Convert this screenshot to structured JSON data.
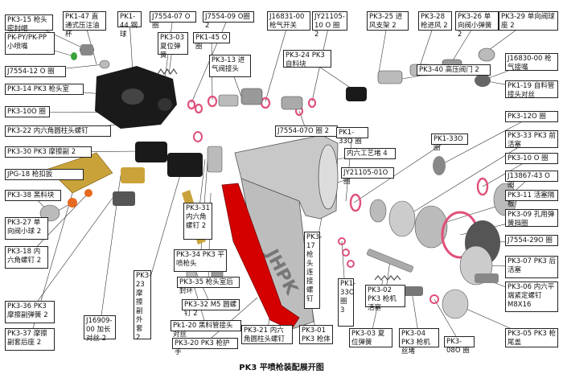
{
  "caption": "PK3 平喷枪装配展开图",
  "brand": "JHPK",
  "colors": {
    "gun_body": "#c8c8c8",
    "handle": "#d40000",
    "ring": "#e0507a",
    "block": "#1a1a1a",
    "brass": "#c9a23a",
    "spring": "#555555"
  },
  "labels": [
    "PK3-15 枪头密封帽",
    "PK1-47 直通式压注油杯",
    "PK1-44 钢球",
    "J7554-07 O圈",
    "J7554-09 O圈2",
    "J16831-00 枪气开关",
    "JY21105-10 O 圈 2",
    "PK3-25 进风支架 2",
    "PK3-28 枪进风 2",
    "PK3-26 单向阀小弹簧 2",
    "PK3-29 单向阀球座 2",
    "PK-PY/PK-PP 小喷嘴",
    "PK3-03 夏位弹簧",
    "PK1-45 O圈",
    "PK3-24 PK3 自料块",
    "J16830-00 枪气接嘴",
    "J7554-12 O 圈",
    "PK3-13 进气阀接头",
    "PK3-14 PK3 枪头室",
    "PK3-40 高压阀门 2",
    "PK1-19 自料管接头对丝",
    "PK3-10O 圈",
    "PK3-12O 圈",
    "PK3-22 内六角圆柱头螺钉",
    "J7554-07O 圈 2",
    "PK1-33O 圈",
    "PK3-33 PK3 前活塞",
    "PK3-30 PK3 摩擦副 2",
    "PK1-33O 圈",
    "内六工艺堵 4",
    "PK3-10 O 圈",
    "JPG-18 枪扣扳",
    "JY21105-01O 圈",
    "J13867-43 O圈",
    "PK3-38 黑料块",
    "PK3-11 活塞隔板",
    "PK3-31 内六角螺钉 2",
    "PK3-09 孔用弹簧挡圈",
    "PK3-27 单向阀小球 2",
    "PK3-34 PK3 平喷枪头",
    "J7554-29O 圈",
    "PK3-18 内六角螺钉 2",
    "PK3-17 枪头连接螺钉",
    "PK3-07 PK3 后活塞",
    "PK3-35 枪头室后封环",
    "PK1-33O 圈 3",
    "PK3-02 PK3 枪机活塞",
    "PK3-36 PK3 摩擦副弹簧 2",
    "PK3-23 摩擦副外套 2",
    "PK3-32 M5 圆螺钉 2",
    "PK3-06 内六平端紧定螺钉 M8X16",
    "J16909-00 加长对丝 2",
    "Pk1-20 黑料管接头对丝",
    "PK3-37 摩擦副套后座 2",
    "PK3-20 PK3 枪护手",
    "PK3-21 内六角圆柱头螺钉",
    "PK3-01 PK3 枪体",
    "PK3-03 夏位弹簧",
    "PK3-04 PK3 枪机丝堵",
    "PK3-08O 圈",
    "PK3-05 PK3 枪尾盖"
  ]
}
